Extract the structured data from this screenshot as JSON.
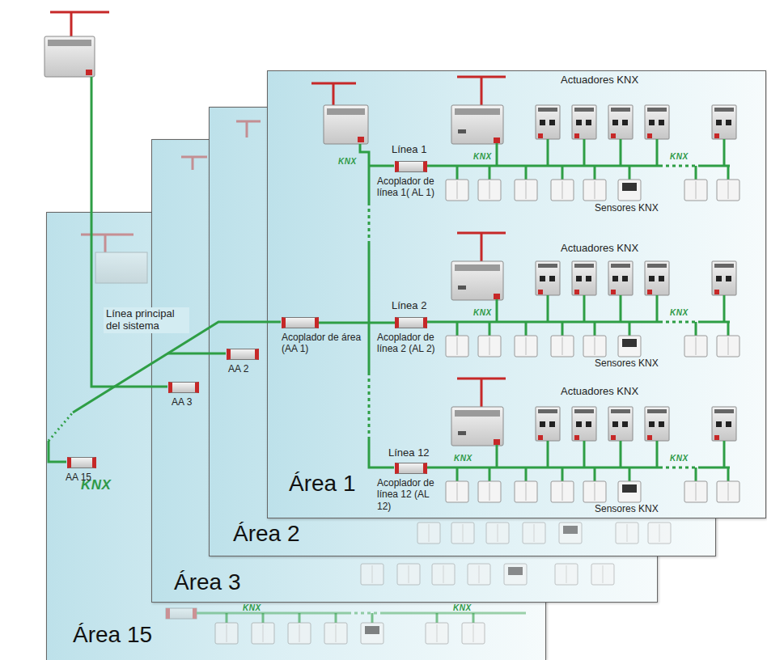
{
  "diagram": {
    "nodes": [
      {
        "text": [
          "Área 15"
        ]
      },
      {
        "text": [
          "AA 15"
        ],
        "in": 0
      },
      {
        "text": [
          "Área 3"
        ]
      },
      {
        "text": [
          "AA 3"
        ],
        "in": 2
      },
      {
        "text": [
          "Área 2"
        ]
      },
      {
        "text": [
          "AA 2"
        ],
        "in": 4
      },
      {
        "text": [
          "Área 1"
        ]
      },
      {
        "text": [
          "Acoplador de área (AA 1)"
        ],
        "in": 6
      },
      {
        "text": [
          "Acoplador de línea 1( AL 1)"
        ],
        "in": 6
      },
      {
        "text": [
          "Acoplador de línea 2 (AL 2)"
        ],
        "in": 6
      },
      {
        "text": [
          "Acoplador de línea 12 (AL 12)"
        ],
        "in": 6
      }
    ],
    "edges": [
      {
        "from": 7,
        "to": 9,
        "arrow": "none"
      }
    ],
    "labels": [
      "Actuadores KNX",
      "Línea 1",
      "Sensores KNX",
      "Actuadores KNX",
      "Línea 2",
      "Sensores KNX",
      "Actuadores KNX",
      "Línea 12",
      "Sensores KNX",
      "Línea principal del sistema",
      "KNX",
      "KNX",
      "KNX",
      "KNX",
      "KNX",
      "KNX",
      "KNX",
      "KNX",
      "KNX",
      "KNX"
    ]
  }
}
